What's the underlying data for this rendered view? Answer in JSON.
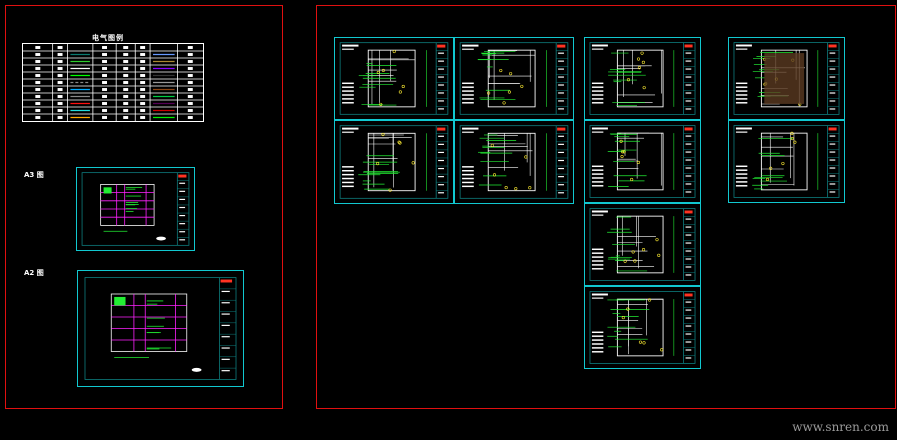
{
  "legend": {
    "title": "电气图例",
    "rows": 11,
    "cols": 8,
    "line_colors_col3": [
      "",
      "#0a7a70",
      "#2ecc2e",
      "#ffffff",
      "#00ff00",
      "#888888",
      "#00aaff",
      "#888888",
      "#ff1010",
      "#22dddd",
      "#ffaa00"
    ],
    "line_colors_col7": [
      "",
      "#6699ff",
      "#aa8833",
      "#8800ff",
      "#333333",
      "#999999",
      "#8b4513",
      "#00cc44",
      "#550055",
      "#cc0000",
      "#00ee00"
    ]
  },
  "labels": {
    "a3": "A3 图",
    "a2": "A2 图"
  },
  "colors": {
    "frame": "#e01010",
    "sheet_border": "#11c8d0",
    "inner_border": "#0e7f80",
    "plan_line": "#22ee33",
    "wall": "#ffffff",
    "magenta": "#ff22ff"
  },
  "watermark": "www.snren.com"
}
